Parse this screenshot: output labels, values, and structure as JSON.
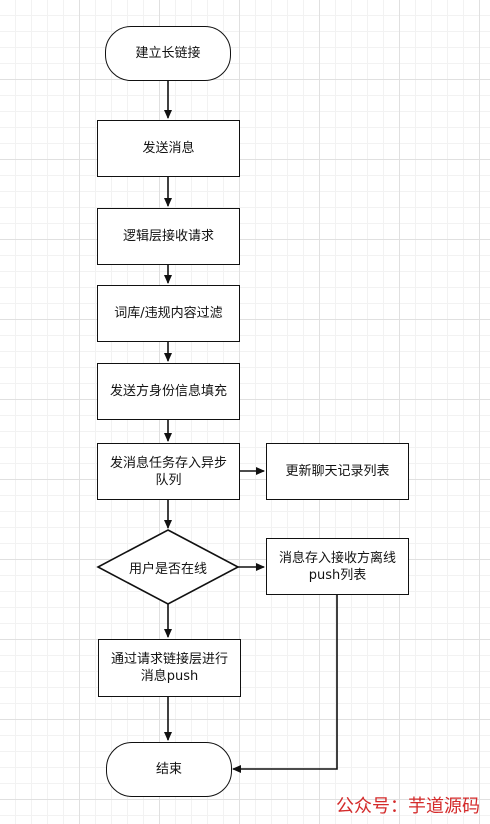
{
  "diagram": {
    "nodes": {
      "start": "建立长链接",
      "send_message": "发送消息",
      "logic_receive": "逻辑层接收请求",
      "content_filter": "词库/违规内容过滤",
      "fill_sender_info": "发送方身份信息填充",
      "async_queue": "发消息任务存入异步队列",
      "update_chat_list": "更新聊天记录列表",
      "user_online": "用户是否在线",
      "store_offline": "消息存入接收方离线push列表",
      "push_via_link": "通过请求链接层进行消息push",
      "end": "结束"
    }
  },
  "watermark": {
    "text": "公众号：芋道源码"
  },
  "colors": {
    "stroke": "#111111",
    "watermark": "#d42a2a",
    "grid_major": "#e0e0e0",
    "grid_minor": "#f2f2f2"
  }
}
